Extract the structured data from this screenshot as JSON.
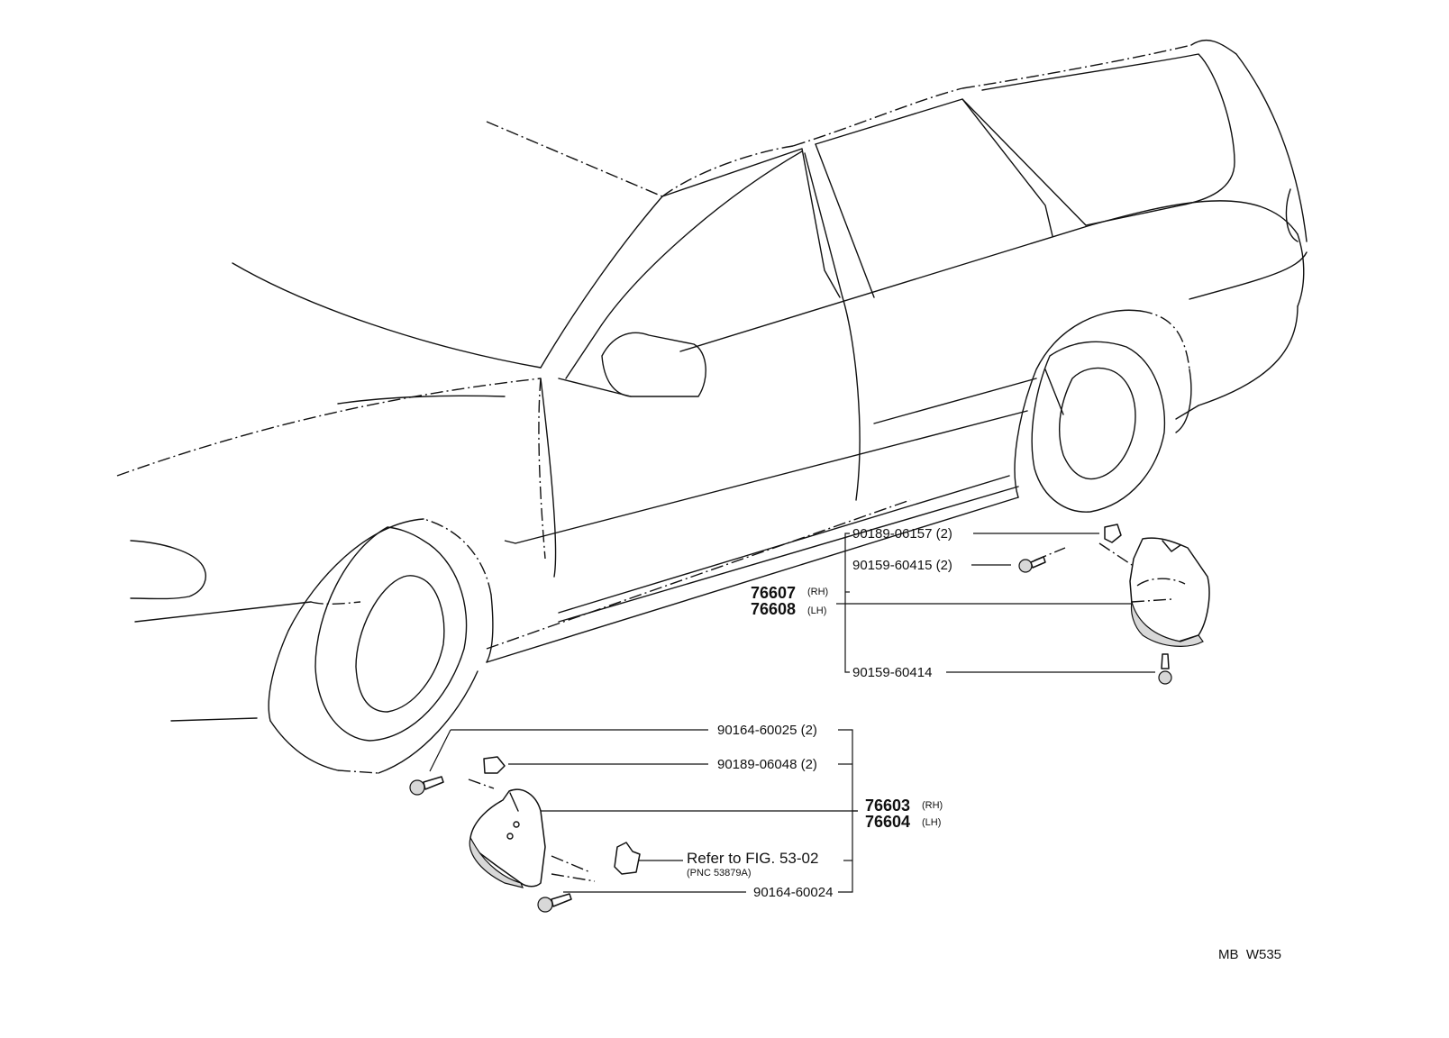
{
  "diagram": {
    "code": "MB  W535",
    "rear": {
      "clip_label": "90189-06157 (2)",
      "screw_label": "90159-60415 (2)",
      "mudguard_rh": "76607",
      "mudguard_rh_side": "(RH)",
      "mudguard_lh": "76608",
      "mudguard_lh_side": "(LH)",
      "bottom_screw_label": "90159-60414"
    },
    "front": {
      "screw_label": "90164-60025 (2)",
      "clip_label": "90189-06048 (2)",
      "mudguard_rh": "76603",
      "mudguard_rh_side": "(RH)",
      "mudguard_lh": "76604",
      "mudguard_lh_side": "(LH)",
      "ref_text": "Refer to FIG. 53-02",
      "ref_sub": "(PNC 53879A)",
      "bottom_screw_label": "90164-60024"
    }
  }
}
